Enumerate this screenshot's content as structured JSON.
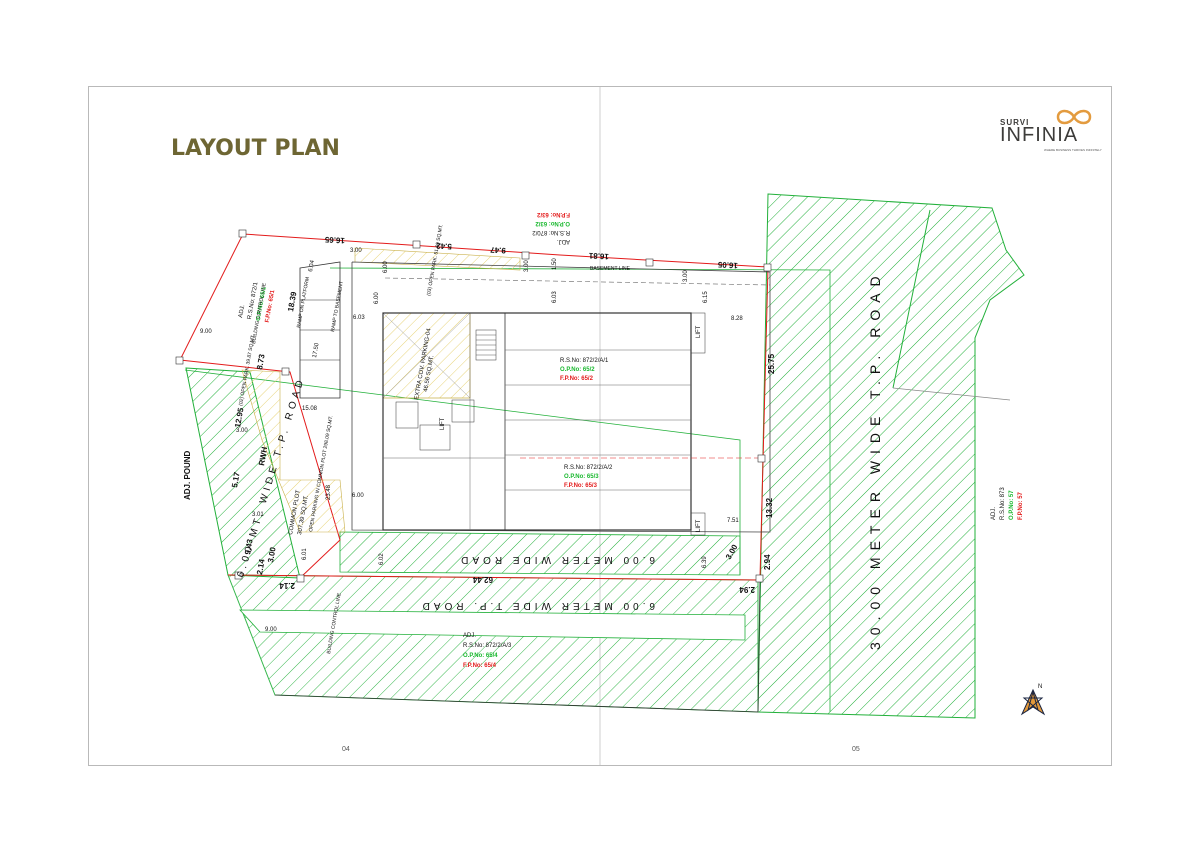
{
  "title": "LAYOUT PLAN",
  "logo": {
    "top": "SURVI",
    "main": "INFINIA",
    "tagline": "WHERE BUSINESS THRIVES INFINITELY"
  },
  "page_numbers": {
    "left": "04",
    "right": "05"
  },
  "roads": {
    "big": "30.00 METER WIDE T.P. ROAD",
    "inner": "6.00 METER WIDE ROAD",
    "bottom": "6.00 METER WIDE T.P. ROAD",
    "left": "6.00 MT. WIDE T.P. ROAD"
  },
  "labels": {
    "adj_pound": "ADJ. POUND",
    "adj_873": {
      "adj": "ADJ.",
      "rs": "R.S.No: 873",
      "op": "O.P.No: 57",
      "fp": "F.P.No: 57"
    },
    "adj_8722a3": {
      "adj": "ADJ.",
      "rs": "R.S.No: 872/2/A/3",
      "op": "O.P.No: 65/4",
      "fp": "F.P.No: 65/4"
    },
    "plot1": {
      "rs": "R.S.No: 872/2/A/1",
      "op": "O.P.No: 65/2",
      "fp": "F.P.No: 65/2"
    },
    "plot2": {
      "rs": "R.S.No: 872/2/A/2",
      "op": "O.P.No: 65/3",
      "fp": "F.P.No: 65/3"
    },
    "adj_8721": {
      "adj": "ADJ.",
      "rs": "R.S.No: 872/1",
      "op": "O.P.No: 65/1",
      "fp": "F.P.No: 65/1"
    },
    "adj_8702": {
      "adj": "ADJ.",
      "rs": "R.S.No: 870/2",
      "op": "O.P.No: 63/2",
      "fp": "F.P.No: 63/2"
    },
    "common_plot": "COMMON PLOT",
    "common_plot_area": "307.39 SQ.MT.",
    "open_parking_in_common": "OPEN PARKING IN COMMON PLOT 298.09 SQ.MT.",
    "extra_parking": "EXTRA COV. PARKING-04",
    "extra_parking_area": "46.56 SQ.MT.",
    "open_parking_02": "(02) OPEN PARK. 39.87 SQ.MT.",
    "open_parking_03": "(03) OPEN PARK. 51.69 SQ.MT.",
    "ramp": "RAMP ON PLATFORM",
    "ramp_to": "RAMP TO BASEMENT",
    "basement_line": "BASEMENT LINE",
    "building_line": "BUILDING CONTROL LINE",
    "lift": "LIFT",
    "rwh": "RWH",
    "north": "N"
  },
  "dimensions": {
    "d1": "16.65",
    "d2": "5.42",
    "d3": "9.47",
    "d4": "16.81",
    "d5": "16.05",
    "d6": "18.39",
    "d7": "8.73",
    "d8": "12.95",
    "d9": "5.17",
    "d10": "9.43",
    "d11": "25.75",
    "d12": "13.32",
    "d13": "62.44",
    "d14": "2.94",
    "d15": "2.94",
    "d16": "2.14",
    "d17": "2.14",
    "d18": "3.00",
    "d19": "3.00",
    "d20": "9.00",
    "d21": "9.00",
    "d22": "6.00",
    "d23": "6.03",
    "d24": "6.04",
    "d25": "17.50",
    "d26": "15.08",
    "d27": "3.00",
    "d28": "3.00",
    "d29": "23.48",
    "d30": "3.01",
    "d31": "6.01",
    "d32": "6.02",
    "d33": "6.39",
    "d34": "7.51",
    "d35": "8.28",
    "d36": "6.15",
    "d37": "3.00",
    "d38": "1.50",
    "d39": "3.00",
    "d40": "6.00",
    "d41": "6.03",
    "d42": "6.00"
  },
  "colors": {
    "title": "#6e6633",
    "hatch": "#22b03a",
    "boundary": "#e31b1b",
    "op": "#19b82e",
    "fp": "#e31b1b"
  }
}
